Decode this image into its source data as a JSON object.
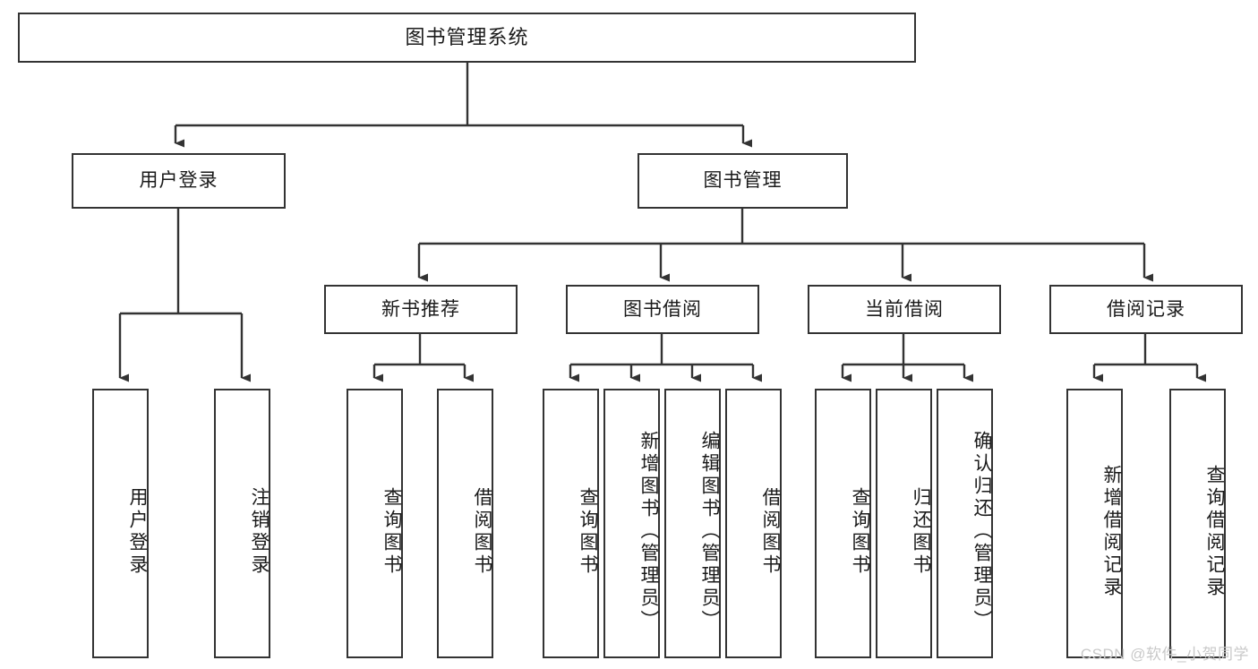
{
  "diagram": {
    "title": "图书管理系统",
    "type": "tree",
    "background": "#ffffff",
    "border_color": "#333333",
    "text_color": "#1a1a1a",
    "root": {
      "label": "图书管理系统"
    },
    "level2": [
      {
        "label": "用户登录"
      },
      {
        "label": "图书管理"
      }
    ],
    "level3": [
      {
        "label": "新书推荐"
      },
      {
        "label": "图书借阅"
      },
      {
        "label": "当前借阅"
      },
      {
        "label": "借阅记录"
      }
    ],
    "leaves": [
      {
        "label": "用户登录",
        "parent": "用户登录"
      },
      {
        "label": "注销登录",
        "parent": "用户登录"
      },
      {
        "label": "查询图书",
        "parent": "新书推荐"
      },
      {
        "label": "借阅图书",
        "parent": "新书推荐"
      },
      {
        "label": "查询图书",
        "parent": "图书借阅"
      },
      {
        "label": "新增图书（管理员）",
        "parent": "图书借阅"
      },
      {
        "label": "编辑图书（管理员）",
        "parent": "图书借阅"
      },
      {
        "label": "借阅图书",
        "parent": "图书借阅"
      },
      {
        "label": "查询图书",
        "parent": "当前借阅"
      },
      {
        "label": "归还图书",
        "parent": "当前借阅"
      },
      {
        "label": "确认归还（管理员）",
        "parent": "当前借阅"
      },
      {
        "label": "新增借阅记录",
        "parent": "借阅记录"
      },
      {
        "label": "查询借阅记录",
        "parent": "借阅记录"
      }
    ]
  },
  "watermark": {
    "text": "CSDN @软件_小贺同学",
    "color": "#c9c9c9"
  }
}
